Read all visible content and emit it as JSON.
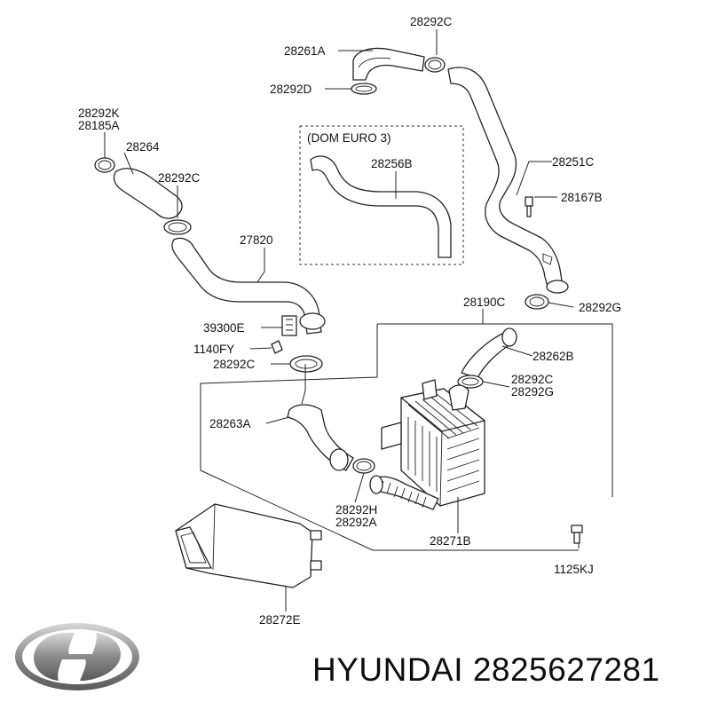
{
  "diagram": {
    "group_label": "(DOM EURO 3)",
    "parts": [
      {
        "id": "p1",
        "label": "28292C"
      },
      {
        "id": "p2",
        "label": "28261A"
      },
      {
        "id": "p3",
        "label": "28292D"
      },
      {
        "id": "p4",
        "label": "28292K"
      },
      {
        "id": "p5",
        "label": "28185A"
      },
      {
        "id": "p6",
        "label": "28264"
      },
      {
        "id": "p7",
        "label": "28292C"
      },
      {
        "id": "p8",
        "label": "28256B"
      },
      {
        "id": "p9",
        "label": "28251C"
      },
      {
        "id": "p10",
        "label": "28167B"
      },
      {
        "id": "p11",
        "label": "27820"
      },
      {
        "id": "p12",
        "label": "28190C"
      },
      {
        "id": "p13",
        "label": "28292G"
      },
      {
        "id": "p14",
        "label": "39300E"
      },
      {
        "id": "p15",
        "label": "1140FY"
      },
      {
        "id": "p16",
        "label": "28292C"
      },
      {
        "id": "p17",
        "label": "28262B"
      },
      {
        "id": "p18",
        "label": "28292C"
      },
      {
        "id": "p19",
        "label": "28292G"
      },
      {
        "id": "p20",
        "label": "28263A"
      },
      {
        "id": "p21",
        "label": "28292H"
      },
      {
        "id": "p22",
        "label": "28292A"
      },
      {
        "id": "p23",
        "label": "28271B"
      },
      {
        "id": "p24",
        "label": "1125KJ"
      },
      {
        "id": "p25",
        "label": "28272E"
      }
    ]
  },
  "footer": {
    "brand": "HYUNDAI",
    "part_number": "2825627281",
    "logo_icon": "hyundai-logo-icon"
  }
}
